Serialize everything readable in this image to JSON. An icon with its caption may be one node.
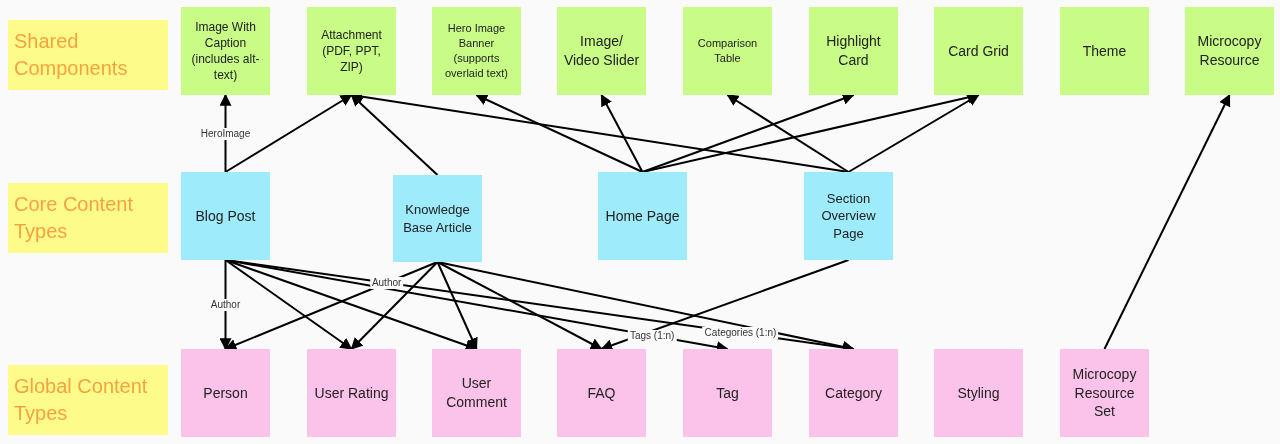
{
  "diagram": {
    "nodes": [
      {
        "text": [
          "Shared Components"
        ]
      },
      {
        "text": [
          "Image With Caption (includes alt-text)"
        ]
      },
      {
        "text": [
          "Attachment (PDF, PPT, ZIP)"
        ]
      },
      {
        "text": [
          "Hero Image Banner (supports overlaid text)"
        ]
      },
      {
        "text": [
          "Image/ Video Slider"
        ]
      },
      {
        "text": [
          "Comparison Table"
        ]
      },
      {
        "text": [
          "Highlight Card"
        ]
      },
      {
        "text": [
          "Card Grid"
        ]
      },
      {
        "text": [
          "Theme"
        ]
      },
      {
        "text": [
          "Microcopy Resource"
        ]
      },
      {
        "text": [
          "Core Content Types"
        ]
      },
      {
        "text": [
          "Blog Post"
        ]
      },
      {
        "text": [
          "Knowledge Base Article"
        ]
      },
      {
        "text": [
          "Home Page"
        ]
      },
      {
        "text": [
          "Section Overview Page"
        ]
      },
      {
        "text": [
          "Global Content Types"
        ]
      },
      {
        "text": [
          "Person"
        ]
      },
      {
        "text": [
          "User Rating"
        ]
      },
      {
        "text": [
          "User Comment"
        ]
      },
      {
        "text": [
          "FAQ"
        ]
      },
      {
        "text": [
          "Tag"
        ]
      },
      {
        "text": [
          "Category"
        ]
      },
      {
        "text": [
          "Styling"
        ]
      },
      {
        "text": [
          "Microcopy Resource Set"
        ]
      }
    ],
    "edges": [
      {
        "from": 11,
        "to": 1,
        "arrow": "to",
        "label": "HeroImage"
      },
      {
        "from": 11,
        "to": 2,
        "arrow": "to"
      },
      {
        "from": 12,
        "to": 2,
        "arrow": "to"
      },
      {
        "from": 13,
        "to": 3,
        "arrow": "to"
      },
      {
        "from": 13,
        "to": 4,
        "arrow": "to"
      },
      {
        "from": 13,
        "to": 6,
        "arrow": "to"
      },
      {
        "from": 13,
        "to": 7,
        "arrow": "to"
      },
      {
        "from": 14,
        "to": 5,
        "arrow": "to"
      },
      {
        "from": 14,
        "to": 2,
        "arrow": "to"
      },
      {
        "from": 14,
        "to": 7,
        "arrow": "to"
      },
      {
        "from": 11,
        "to": 16,
        "arrow": "to",
        "label": "Author"
      },
      {
        "from": 11,
        "to": 17,
        "arrow": "to"
      },
      {
        "from": 11,
        "to": 18,
        "arrow": "to"
      },
      {
        "from": 11,
        "to": 20,
        "arrow": "to",
        "label": "Tags (1:n)"
      },
      {
        "from": 11,
        "to": 21,
        "arrow": "to",
        "label": "Categories (1:n)"
      },
      {
        "from": 12,
        "to": 16,
        "arrow": "to",
        "label": "Author"
      },
      {
        "from": 12,
        "to": 17,
        "arrow": "to"
      },
      {
        "from": 12,
        "to": 18,
        "arrow": "to"
      },
      {
        "from": 12,
        "to": 19,
        "arrow": "to"
      },
      {
        "from": 12,
        "to": 21,
        "arrow": "to"
      },
      {
        "from": 14,
        "to": 19,
        "arrow": "to"
      },
      {
        "from": 23,
        "to": 9,
        "arrow": "to"
      }
    ]
  }
}
